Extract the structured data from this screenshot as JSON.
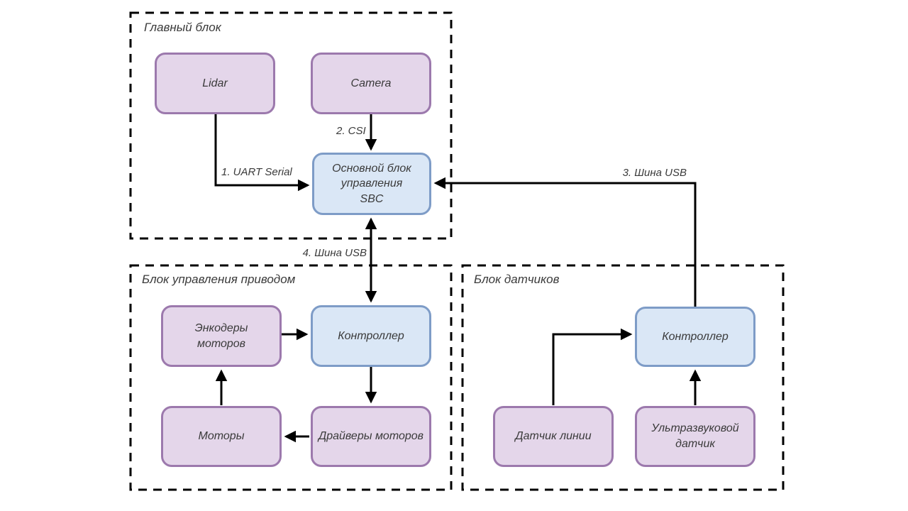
{
  "colors": {
    "background": "#ffffff",
    "line": "#000000",
    "text": "#3a3a3a",
    "peripheral_fill": "#e4d6ea",
    "peripheral_border": "#9c79ad",
    "controller_fill": "#dae7f6",
    "controller_border": "#7e9cc7"
  },
  "containers": {
    "main": {
      "label": "Главный блок"
    },
    "drive": {
      "label": "Блок управления приводом"
    },
    "sensors": {
      "label": "Блок датчиков"
    }
  },
  "nodes": {
    "lidar": {
      "label": "Lidar",
      "type": "peripheral"
    },
    "camera": {
      "label": "Camera",
      "type": "peripheral"
    },
    "sbc": {
      "label": "Основной блок\nуправления\nSBC",
      "type": "controller"
    },
    "encoders": {
      "label": "Энкодеры\nмоторов",
      "type": "peripheral"
    },
    "drive_controller": {
      "label": "Контроллер",
      "type": "controller"
    },
    "motors": {
      "label": "Моторы",
      "type": "peripheral"
    },
    "motor_drivers": {
      "label": "Драйверы моторов",
      "type": "peripheral"
    },
    "sensors_controller": {
      "label": "Контроллер",
      "type": "controller"
    },
    "line_sensor": {
      "label": "Датчик линии",
      "type": "peripheral"
    },
    "ultrasonic_sensor": {
      "label": "Ультразвуковой\nдатчик",
      "type": "peripheral"
    }
  },
  "edges": {
    "uart": {
      "label": "1. UART Serial",
      "from": "lidar",
      "to": "sbc",
      "direction": "one-way"
    },
    "csi": {
      "label": "2. CSI",
      "from": "camera",
      "to": "sbc",
      "direction": "one-way"
    },
    "usb3": {
      "label": "3. Шина USB",
      "from": "sensors_controller",
      "to": "sbc",
      "direction": "one-way"
    },
    "usb4": {
      "label": "4. Шина USB",
      "from": "sbc",
      "to": "drive_controller",
      "direction": "two-way"
    },
    "enc_to_ctl": {
      "label": "",
      "from": "encoders",
      "to": "drive_controller",
      "direction": "one-way"
    },
    "ctl_to_drivers": {
      "label": "",
      "from": "drive_controller",
      "to": "motor_drivers",
      "direction": "one-way"
    },
    "drivers_to_motors": {
      "label": "",
      "from": "motor_drivers",
      "to": "motors",
      "direction": "one-way"
    },
    "motors_to_enc": {
      "label": "",
      "from": "motors",
      "to": "encoders",
      "direction": "one-way"
    },
    "line_to_ctl": {
      "label": "",
      "from": "line_sensor",
      "to": "sensors_controller",
      "direction": "one-way"
    },
    "us_to_ctl": {
      "label": "",
      "from": "ultrasonic_sensor",
      "to": "sensors_controller",
      "direction": "one-way"
    }
  }
}
